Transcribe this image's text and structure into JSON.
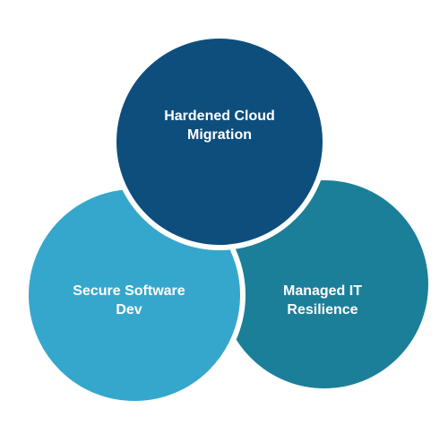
{
  "diagram": {
    "circles": [
      {
        "id": "top",
        "lines": [
          "Hardened Cloud",
          "Migration"
        ],
        "color": "#0d4e7d"
      },
      {
        "id": "left",
        "lines": [
          "Secure Software",
          "Dev"
        ],
        "color": "#36a7cc"
      },
      {
        "id": "right",
        "lines": [
          "Managed IT",
          "Resilience"
        ],
        "color": "#1b7f99"
      }
    ],
    "text_color": "#ffffff",
    "background": "#ffffff"
  }
}
